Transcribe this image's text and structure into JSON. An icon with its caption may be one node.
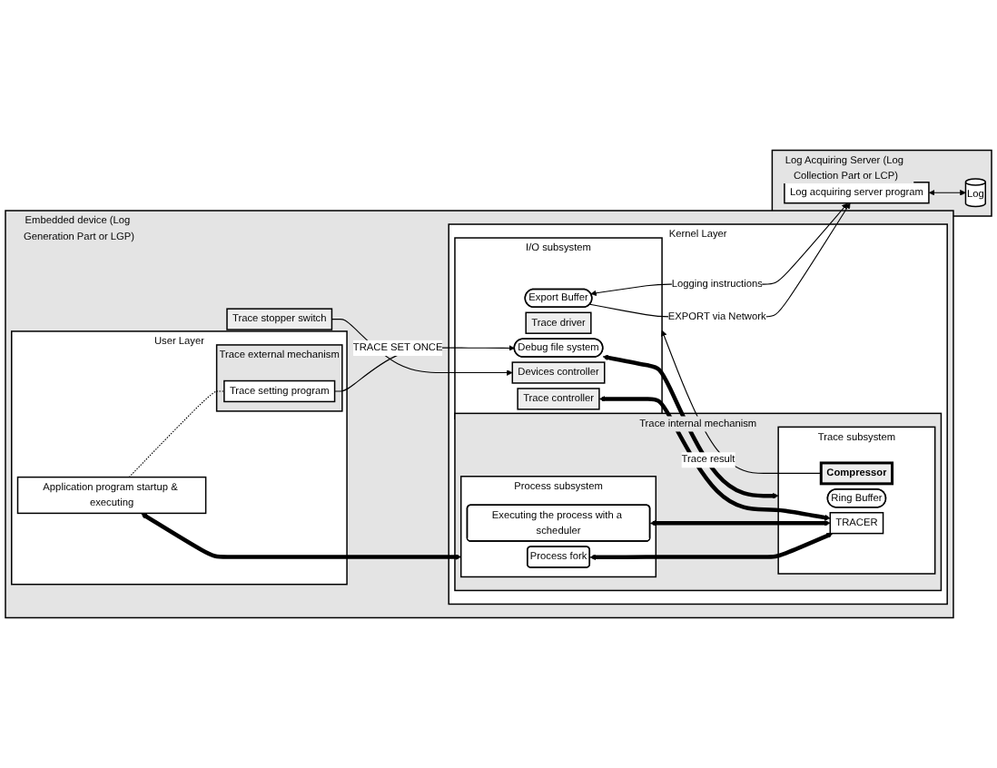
{
  "diagram": {
    "nodes": [
      {
        "text": [
          "Embedded device (Log Generation Part or LGP)"
        ]
      },
      {
        "text": [
          "User Layer"
        ],
        "in": 0
      },
      {
        "text": [
          "Application program startup & executing"
        ],
        "in": 1
      },
      {
        "text": [
          "Trace external mechanism"
        ],
        "in": 1
      },
      {
        "text": [
          "Trace setting program"
        ],
        "in": 3
      },
      {
        "text": [
          "Kernel Layer"
        ],
        "in": 0
      },
      {
        "text": [
          "Trace internal mechanism"
        ],
        "in": 5
      },
      {
        "text": [
          "Process subsystem"
        ],
        "in": 6
      },
      {
        "text": [
          "Process fork"
        ],
        "in": 7
      },
      {
        "text": [
          "Executing the process with a scheduler"
        ],
        "in": 7
      },
      {
        "text": [
          "Trace subsystem"
        ],
        "in": 6
      },
      {
        "text": [
          "Ring Buffer"
        ],
        "in": 10
      },
      {
        "text": [
          "TRACER"
        ],
        "in": 10
      },
      {
        "text": [
          "Compressor"
        ],
        "in": 10
      },
      {
        "text": [
          "I/O subsystem"
        ],
        "in": 5
      },
      {
        "text": [
          "Debug file system"
        ],
        "in": 14
      },
      {
        "text": [
          "Trace driver"
        ],
        "in": 14
      },
      {
        "text": [
          "Trace controller"
        ],
        "in": 14
      },
      {
        "text": [
          "Devices controller"
        ],
        "in": 14
      },
      {
        "text": [
          "Export Buffer"
        ],
        "in": 14
      },
      {
        "text": [
          "Trace stopper switch"
        ],
        "in": 0
      },
      {
        "text": [
          "Log Acquiring Server (Log Collection Part or LCP)"
        ]
      },
      {
        "text": [
          "Log acquiring server program"
        ],
        "in": 21
      },
      {
        "text": [
          "Log"
        ],
        "in": 21
      }
    ],
    "edges": [
      {
        "from": 2,
        "to": 7,
        "arrow": "both",
        "style": "thick"
      },
      {
        "from": 2,
        "to": 4,
        "arrow": "none",
        "style": "dashed"
      },
      {
        "from": 4,
        "to": 15,
        "arrow": "to",
        "label": "TRACE SET ONCE"
      },
      {
        "from": 8,
        "to": 12,
        "arrow": "both",
        "style": "thick"
      },
      {
        "from": 9,
        "to": 12,
        "arrow": "both",
        "style": "thick"
      },
      {
        "from": 15,
        "to": 10,
        "arrow": "both",
        "style": "thick"
      },
      {
        "from": 17,
        "to": 12,
        "arrow": "both",
        "style": "thick"
      },
      {
        "from": 13,
        "to": 14,
        "arrow": "to",
        "label": "Trace result"
      },
      {
        "from": 20,
        "to": 18,
        "arrow": "to"
      },
      {
        "from": 19,
        "to": 22,
        "arrow": "to",
        "label": "EXPORT via Network"
      },
      {
        "from": 22,
        "to": 19,
        "arrow": "both",
        "label": "Logging instructions"
      },
      {
        "from": 22,
        "to": 23,
        "arrow": "both"
      }
    ]
  }
}
